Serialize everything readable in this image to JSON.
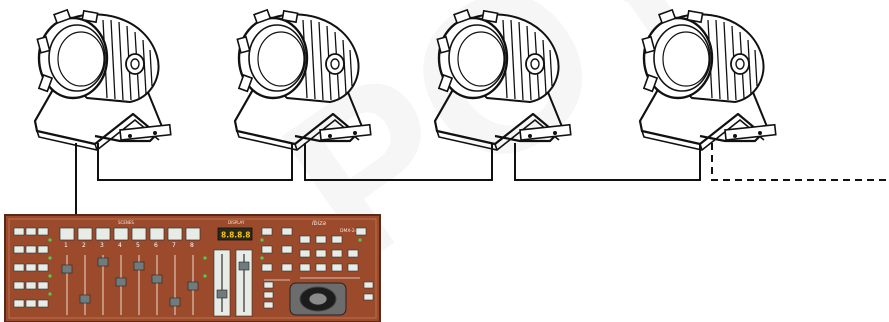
{
  "watermark": {
    "text": "POY"
  },
  "lights": [
    {
      "id": "par-1"
    },
    {
      "id": "par-2"
    },
    {
      "id": "par-3"
    },
    {
      "id": "par-4"
    }
  ],
  "controller": {
    "brand": "Ibiza",
    "model": "DMX-240",
    "section_scenes": "SCENES",
    "display_label": "DISPLAY",
    "display_value": "8.8.8.8",
    "channel_numbers": [
      "1",
      "2",
      "3",
      "4",
      "5",
      "6",
      "7",
      "8"
    ],
    "colors": {
      "body": "#9c4a2c",
      "body_edge": "#5a2a18",
      "key": "#e8ece6",
      "display_bg": "#2a2a1a",
      "display_text": "#f6c21a",
      "led": "#4fd14f"
    }
  },
  "cables": {
    "solid_color": "#111111",
    "dashed_color": "#111111"
  }
}
